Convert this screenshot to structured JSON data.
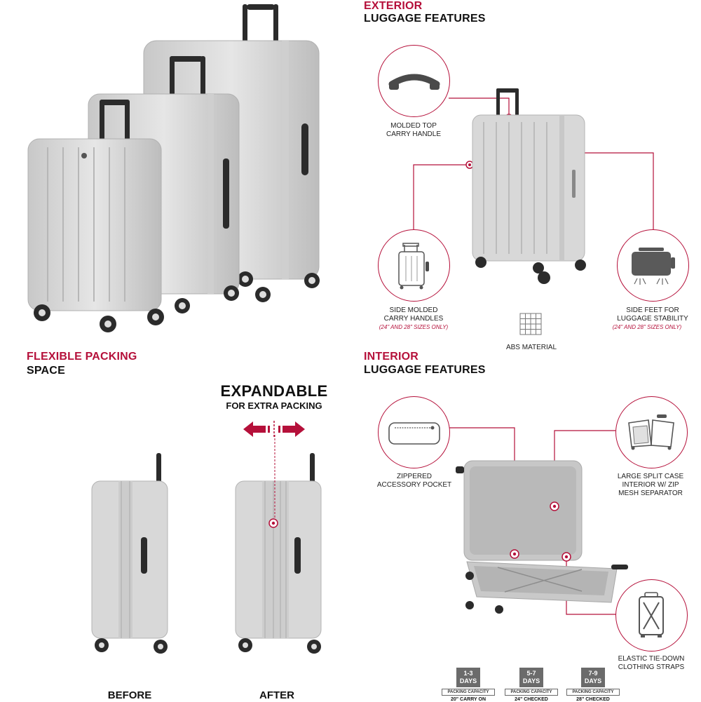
{
  "exterior": {
    "title_red": "EXTERIOR",
    "title": "LUGGAGE FEATURES",
    "features": [
      {
        "label_line1": "MOLDED TOP",
        "label_line2": "CARRY HANDLE",
        "note": "",
        "icon": "top-handle-icon"
      },
      {
        "label_line1": "SIDE MOLDED",
        "label_line2": "CARRY HANDLES",
        "note": "(24\" AND 28\" SIZES  ONLY)",
        "icon": "side-handle-icon"
      },
      {
        "label_line1": "ABS MATERIAL",
        "label_line2": "",
        "note": "",
        "icon": "grid-icon"
      },
      {
        "label_line1": "SIDE FEET FOR",
        "label_line2": "LUGGAGE STABILITY",
        "note": "(24\" AND 28\" SIZES  ONLY)",
        "icon": "side-feet-icon"
      }
    ]
  },
  "flexible": {
    "title_red": "FLEXIBLE PACKING",
    "title": "SPACE",
    "expandable": "EXPANDABLE",
    "expandable_sub": "FOR EXTRA PACKING",
    "before": "BEFORE",
    "after": "AFTER"
  },
  "interior": {
    "title_red": "INTERIOR",
    "title": "LUGGAGE FEATURES",
    "features": [
      {
        "label_line1": "ZIPPERED",
        "label_line2": "ACCESSORY POCKET",
        "label_line3": "",
        "icon": "pocket-icon"
      },
      {
        "label_line1": "LARGE SPLIT CASE",
        "label_line2": "INTERIOR W/ ZIP",
        "label_line3": "MESH SEPARATOR",
        "icon": "split-case-icon"
      },
      {
        "label_line1": "ELASTIC TIE-DOWN",
        "label_line2": "CLOTHING STRAPS",
        "label_line3": "",
        "icon": "straps-icon"
      }
    ]
  },
  "capacity": [
    {
      "days_line1": "1-3",
      "days_line2": "DAYS",
      "tag": "PACKING CAPACITY",
      "size": "20\" CARRY ON"
    },
    {
      "days_line1": "5-7",
      "days_line2": "DAYS",
      "tag": "PACKING CAPACITY",
      "size": "24\" CHECKED"
    },
    {
      "days_line1": "7-9",
      "days_line2": "DAYS",
      "tag": "PACKING CAPACITY",
      "size": "28\" CHECKED"
    }
  ],
  "colors": {
    "accent": "#b5103a",
    "shell": "#d9d9d9",
    "dark": "#2b2b2b"
  }
}
